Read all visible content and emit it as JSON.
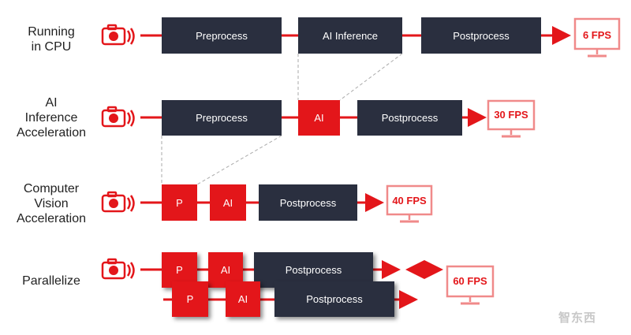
{
  "colors": {
    "accent": "#e3161a",
    "dark_box": "#2a2f3f",
    "monitor": "#f08a8a"
  },
  "rows": [
    {
      "label": "Running\nin CPU",
      "boxes": [
        "Preprocess",
        "AI Inference",
        "Postprocess"
      ],
      "fps": "6 FPS"
    },
    {
      "label": "AI\nInference\nAcceleration",
      "boxes": [
        "Preprocess",
        "AI",
        "Postprocess"
      ],
      "fps": "30 FPS"
    },
    {
      "label": "Computer\nVision\nAcceleration",
      "boxes": [
        "P",
        "AI",
        "Postprocess"
      ],
      "fps": "40 FPS"
    },
    {
      "label": "Parallelize",
      "lane1": [
        "P",
        "AI",
        "Postprocess"
      ],
      "lane2": [
        "P",
        "AI",
        "Postprocess"
      ],
      "fps": "60 FPS"
    }
  ],
  "icons": {
    "camera": "camera-icon",
    "monitor": "monitor-icon",
    "arrow": "arrow-right-icon"
  },
  "watermark": "智东西"
}
